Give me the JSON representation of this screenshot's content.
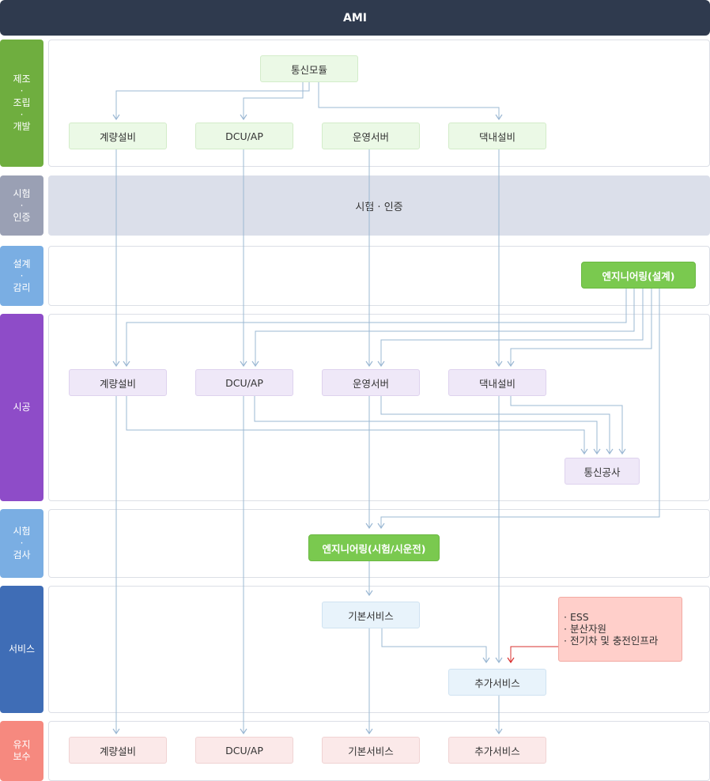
{
  "header": {
    "title": "AMI"
  },
  "stages": {
    "make": {
      "label": "제조\n·\n조립\n·\n개발",
      "color": "#6fae3f"
    },
    "cert": {
      "label": "시험\n·\n인증",
      "color": "#9aa0b4"
    },
    "design": {
      "label": "설계\n·\n감리",
      "color": "#7aaee3"
    },
    "build": {
      "label": "시공",
      "color": "#8e4cc8"
    },
    "inspect": {
      "label": "시험\n·\n검사",
      "color": "#7aaee3"
    },
    "service": {
      "label": "서비스",
      "color": "#3f6db6"
    },
    "maint": {
      "label": "유지\n보수",
      "color": "#f6897f"
    }
  },
  "make": {
    "module": "통신모듈",
    "meter": "계량설비",
    "dcu": "DCU/AP",
    "server": "운영서버",
    "home": "댁내설비"
  },
  "cert": {
    "label": "시험 · 인증"
  },
  "design": {
    "engineering": "엔지니어링(설계)"
  },
  "build": {
    "meter": "계량설비",
    "dcu": "DCU/AP",
    "server": "운영서버",
    "home": "댁내설비",
    "comm": "통신공사"
  },
  "inspect": {
    "engineering": "엔지니어링(시험/시운전)"
  },
  "service": {
    "basic": "기본서비스",
    "additional": "추가서비스",
    "extras": [
      "· ESS",
      "· 분산자원",
      "· 전기차 및 충전인프라"
    ]
  },
  "maint": {
    "meter": "계량설비",
    "dcu": "DCU/AP",
    "basic": "기본서비스",
    "additional": "추가서비스"
  },
  "colors": {
    "line": "#9bb8d3",
    "highlight": "#d9302f"
  }
}
